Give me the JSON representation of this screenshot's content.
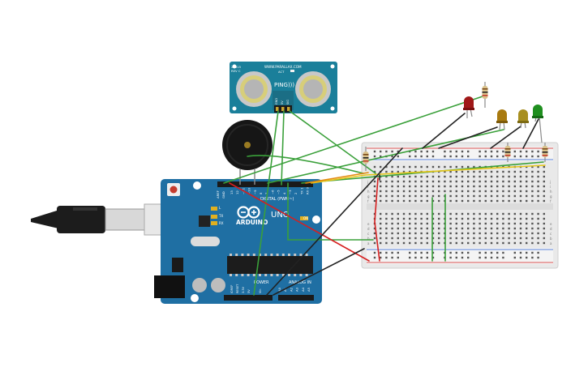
{
  "sensor": {
    "brand": "WWW.PARALLAX.COM",
    "name": "PING)))",
    "code": "28015",
    "rev": "REV C",
    "act": "ACT",
    "pins": [
      "GND",
      "5V",
      "SIG"
    ]
  },
  "arduino": {
    "name": "ARDUINO",
    "model": "UNO",
    "digital_label": "DIGITAL (PWM~)",
    "power_label": "POWER",
    "analog_label": "ANALOG IN",
    "aref": "AREF",
    "gnd": "GND",
    "on_label": "ON",
    "tx": "TX",
    "rx": "RX",
    "l": "L",
    "ioref": "IOREF",
    "reset": "RESET",
    "v33": "3.3V",
    "v5": "5V",
    "vin": "Vin",
    "analog_pins": [
      "A0",
      "A1",
      "A2",
      "A3",
      "A4",
      "A5"
    ],
    "digital_pins": [
      "13",
      "12",
      "~11",
      "~10",
      "~9",
      "8",
      "7",
      "~6",
      "~5",
      "4",
      "~3",
      "2",
      "TX 1",
      "RX 0"
    ]
  },
  "breadboard": {
    "rows": [
      "a",
      "b",
      "c",
      "d",
      "e",
      "f",
      "g",
      "h",
      "i",
      "j"
    ],
    "col_count": 30
  },
  "colors": {
    "board": "#1f6fa3",
    "sensor": "#1a7f9a",
    "wire_green": "#3aa03a",
    "wire_red": "#d62020",
    "wire_black": "#222222",
    "wire_orange": "#e38a10",
    "wire_yellow": "#e6c619",
    "led_red": "#a01818",
    "led_yellow": "#a87a10",
    "led_green": "#1f8f1f"
  },
  "icons": {
    "usb": "usb-plug-icon",
    "buzzer": "buzzer-icon",
    "logo": "arduino-infinity-icon"
  }
}
